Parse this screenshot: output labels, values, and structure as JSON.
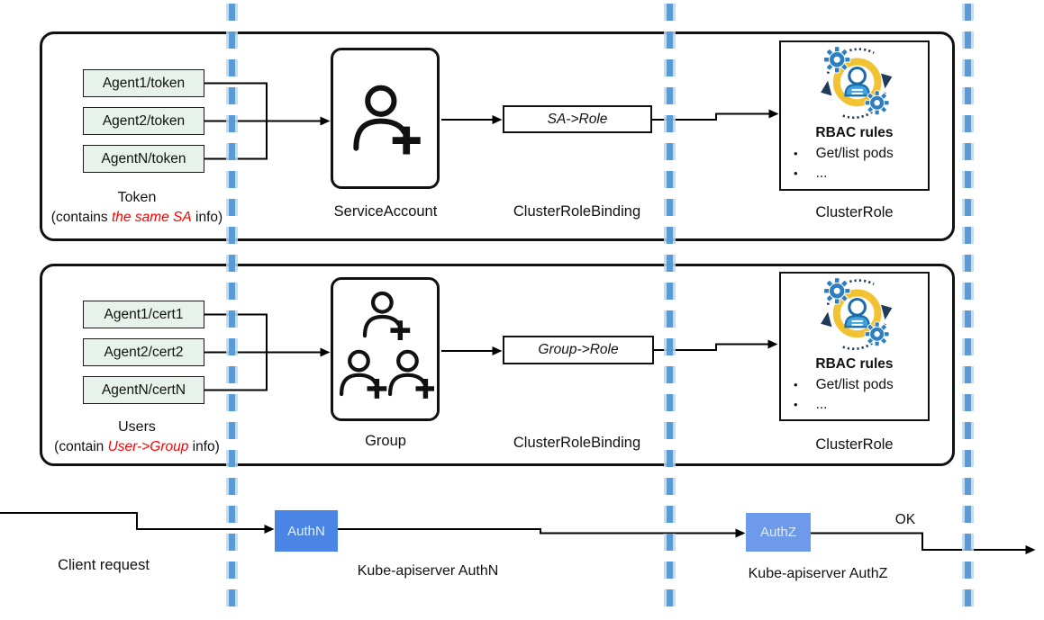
{
  "colors": {
    "agent_fill": "#e7f2ea",
    "highlight_red": "#ff0000",
    "authn_blue": "#4a85e6",
    "authz_blue": "#6d9ae9",
    "dashed_line_blue": "#5b9bd5",
    "rbac_icon_yellow": "#f1c232",
    "rbac_icon_blue": "#2d7fc1",
    "rbac_icon_navy": "#203a5a"
  },
  "sections": {
    "token": {
      "agents": [
        "Agent1/token",
        "Agent2/token",
        "AgentN/token"
      ],
      "caption_title": "Token",
      "caption_prefix": "(contains ",
      "caption_highlight": "the same SA",
      "caption_suffix": " info)",
      "entity_label": "ServiceAccount",
      "binding_box": "SA->Role",
      "binding_label": "ClusterRoleBinding",
      "rbac": {
        "title": "RBAC rules",
        "items": [
          "Get/list pods",
          "..."
        ]
      },
      "role_label": "ClusterRole"
    },
    "users": {
      "agents": [
        "Agent1/cert1",
        "Agent2/cert2",
        "AgentN/certN"
      ],
      "caption_title": "Users",
      "caption_prefix": "(contain ",
      "caption_highlight": "User->Group",
      "caption_suffix": " info)",
      "entity_label": "Group",
      "binding_box": "Group->Role",
      "binding_label": "ClusterRoleBinding",
      "rbac": {
        "title": "RBAC rules",
        "items": [
          "Get/list pods",
          "..."
        ]
      },
      "role_label": "ClusterRole"
    }
  },
  "flow": {
    "client_label": "Client request",
    "authn_chip": "AuthN",
    "authn_caption": "Kube-apiserver AuthN",
    "authz_chip": "AuthZ",
    "ok_label": "OK",
    "authz_caption": "Kube-apiserver AuthZ"
  }
}
